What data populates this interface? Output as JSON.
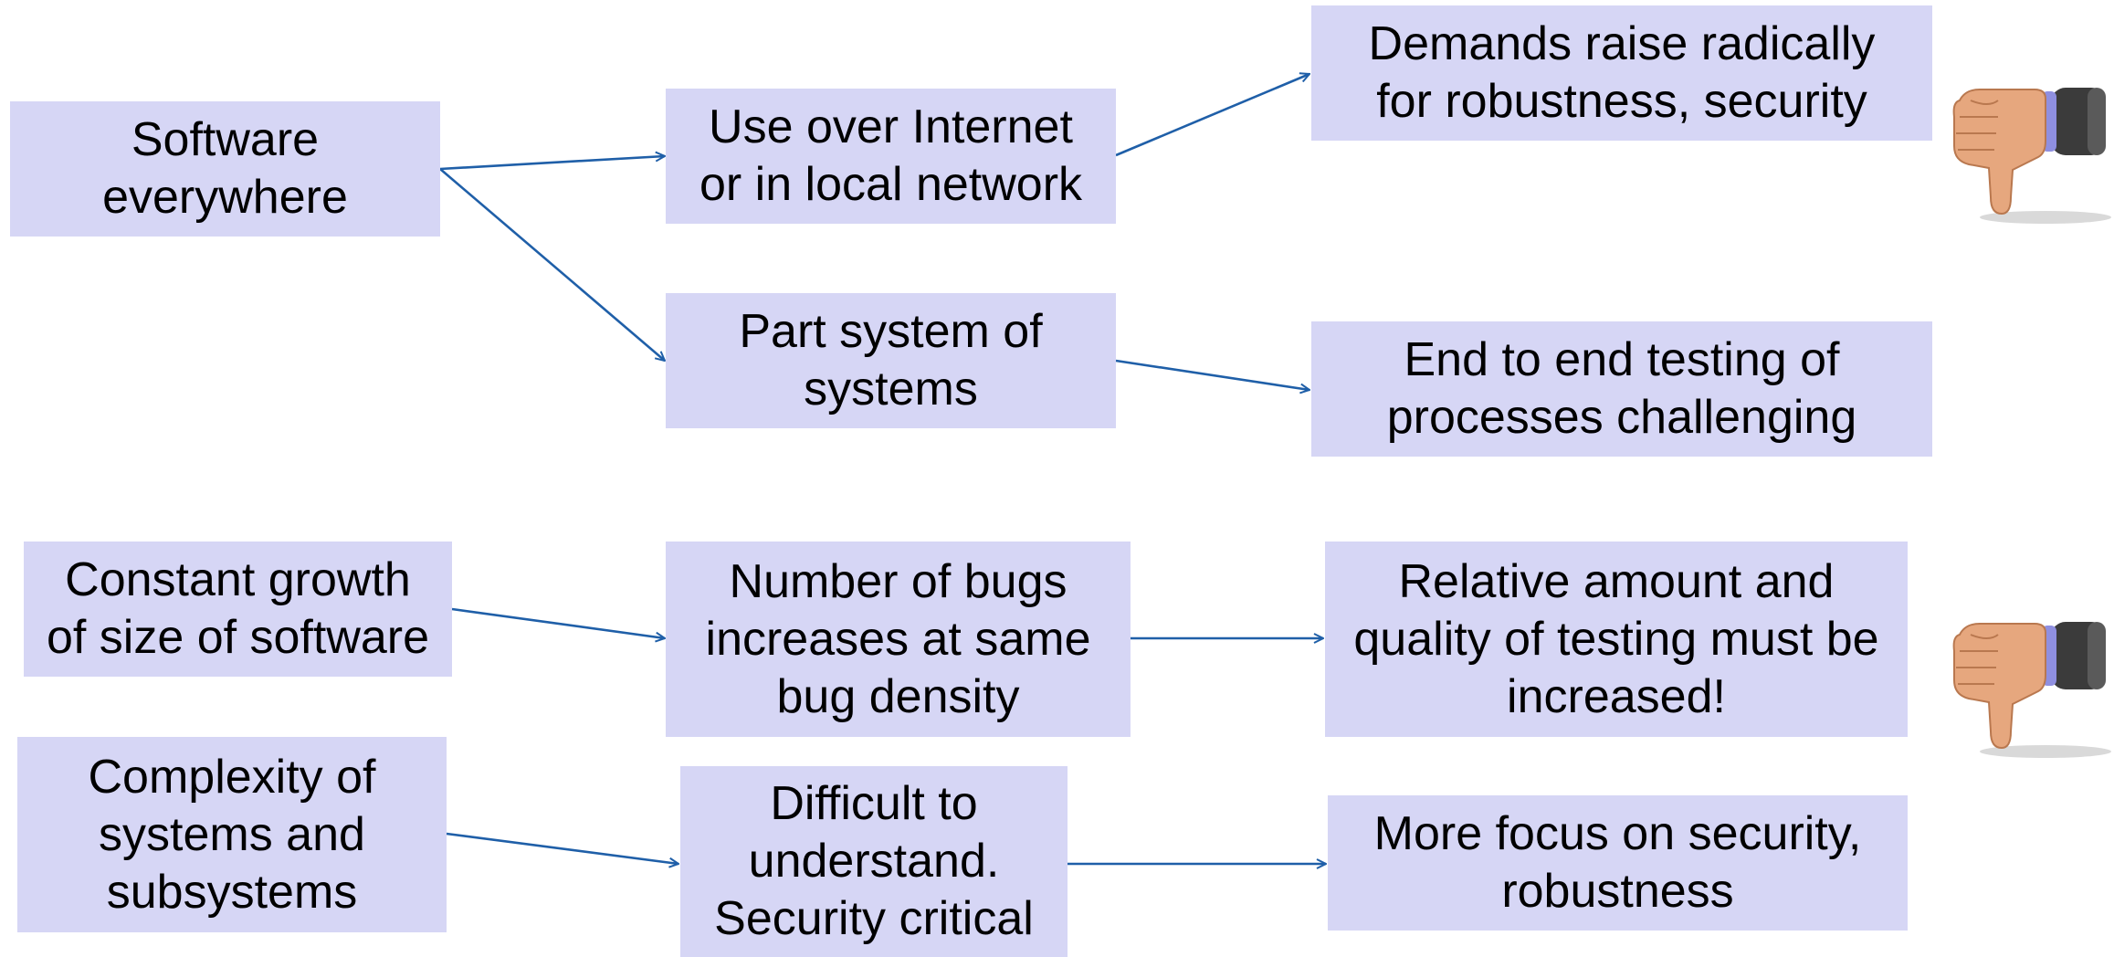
{
  "diagram": {
    "colors": {
      "box_fill": "#d6d6f5",
      "arrow": "#1f5fa8",
      "text": "#000000"
    },
    "nodes": [
      {
        "id": "software-everywhere",
        "text": "Software\neverywhere"
      },
      {
        "id": "use-over-internet",
        "text": "Use over Internet\nor in local network"
      },
      {
        "id": "demands-raise",
        "text": "Demands raise radically\nfor robustness, security"
      },
      {
        "id": "part-system",
        "text": "Part system of\nsystems"
      },
      {
        "id": "end-to-end",
        "text": "End to end testing of\nprocesses challenging"
      },
      {
        "id": "constant-growth",
        "text": "Constant growth\nof size of software"
      },
      {
        "id": "number-of-bugs",
        "text": "Number of bugs\nincreases at same\nbug density"
      },
      {
        "id": "relative-amount",
        "text": "Relative amount and\nquality of testing must be\nincreased!"
      },
      {
        "id": "complexity",
        "text": "Complexity of\nsystems and\nsubsystems"
      },
      {
        "id": "difficult",
        "text": "Difficult to\nunderstand.\nSecurity critical"
      },
      {
        "id": "more-focus",
        "text": "More focus on security,\nrobustness"
      }
    ],
    "edges": [
      {
        "from": "software-everywhere",
        "to": "use-over-internet"
      },
      {
        "from": "software-everywhere",
        "to": "part-system"
      },
      {
        "from": "use-over-internet",
        "to": "demands-raise"
      },
      {
        "from": "part-system",
        "to": "end-to-end"
      },
      {
        "from": "constant-growth",
        "to": "number-of-bugs"
      },
      {
        "from": "number-of-bugs",
        "to": "relative-amount"
      },
      {
        "from": "complexity",
        "to": "difficult"
      },
      {
        "from": "difficult",
        "to": "more-focus"
      }
    ],
    "icons": [
      {
        "name": "thumbs-down-icon",
        "next_to": "demands-raise"
      },
      {
        "name": "thumbs-down-icon",
        "next_to": "relative-amount"
      }
    ]
  }
}
